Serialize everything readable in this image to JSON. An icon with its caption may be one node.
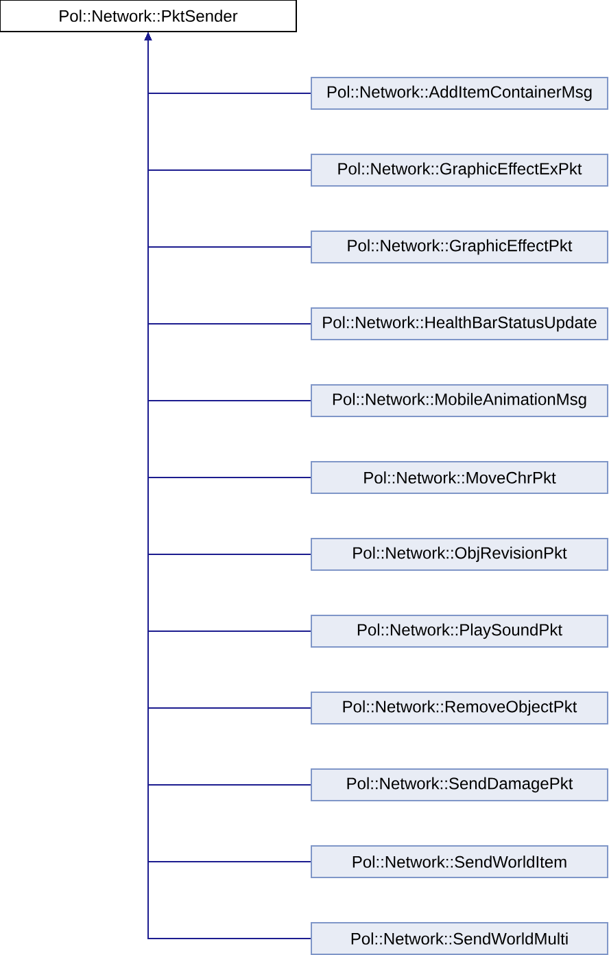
{
  "diagram": {
    "nodes": [
      {
        "text": [
          "Pol::Network::PktSender"
        ]
      },
      {
        "text": [
          "Pol::Network::AddItemContainerMsg"
        ]
      },
      {
        "text": [
          "Pol::Network::GraphicEffectExPkt"
        ]
      },
      {
        "text": [
          "Pol::Network::GraphicEffectPkt"
        ]
      },
      {
        "text": [
          "Pol::Network::HealthBarStatusUpdate"
        ]
      },
      {
        "text": [
          "Pol::Network::MobileAnimationMsg"
        ]
      },
      {
        "text": [
          "Pol::Network::MoveChrPkt"
        ]
      },
      {
        "text": [
          "Pol::Network::ObjRevisionPkt"
        ]
      },
      {
        "text": [
          "Pol::Network::PlaySoundPkt"
        ]
      },
      {
        "text": [
          "Pol::Network::RemoveObjectPkt"
        ]
      },
      {
        "text": [
          "Pol::Network::SendDamagePkt"
        ]
      },
      {
        "text": [
          "Pol::Network::SendWorldItem"
        ]
      },
      {
        "text": [
          "Pol::Network::SendWorldMulti"
        ]
      }
    ],
    "edges": [
      {
        "from": 1,
        "to": 0,
        "arrow": "to"
      },
      {
        "from": 2,
        "to": 0,
        "arrow": "to"
      },
      {
        "from": 3,
        "to": 0,
        "arrow": "to"
      },
      {
        "from": 4,
        "to": 0,
        "arrow": "to"
      },
      {
        "from": 5,
        "to": 0,
        "arrow": "to"
      },
      {
        "from": 6,
        "to": 0,
        "arrow": "to"
      },
      {
        "from": 7,
        "to": 0,
        "arrow": "to"
      },
      {
        "from": 8,
        "to": 0,
        "arrow": "to"
      },
      {
        "from": 9,
        "to": 0,
        "arrow": "to"
      },
      {
        "from": 10,
        "to": 0,
        "arrow": "to"
      },
      {
        "from": 11,
        "to": 0,
        "arrow": "to"
      },
      {
        "from": 12,
        "to": 0,
        "arrow": "to"
      }
    ]
  }
}
